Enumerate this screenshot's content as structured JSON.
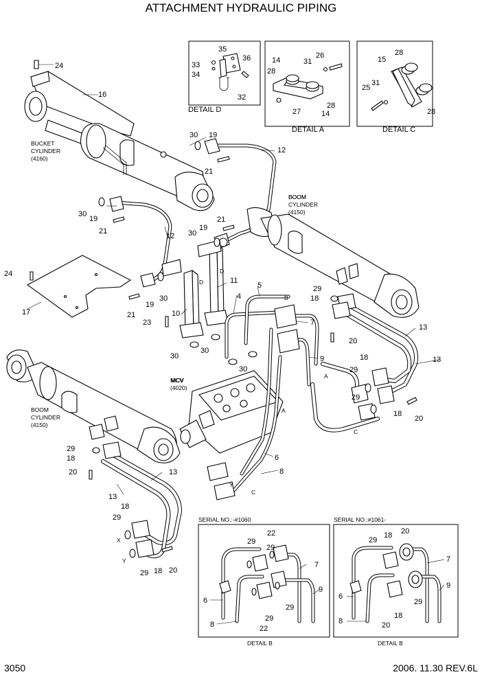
{
  "title": "ATTACHMENT HYDRAULIC PIPING",
  "page_number": "3050",
  "revision": "2006. 11.30  REV.6L",
  "components": {
    "bucket_cylinder": [
      "BUCKET",
      "CYLINDER",
      "(4160)"
    ],
    "boom_cylinder_right": [
      "BOOM",
      "CYLINDER",
      "(4150)"
    ],
    "boom_cylinder_left": [
      "BOOM",
      "CYLINDER",
      "(4150)"
    ],
    "mcv": [
      "MCV",
      "(4020)"
    ]
  },
  "details": {
    "d": "DETAIL D",
    "a": "DETAIL A",
    "c": "DETAIL C",
    "b1": "DETAIL B",
    "b2": "DETAIL B"
  },
  "serial_notes": {
    "before": "SERIAL NO.:-#1060",
    "after": "SERIAL NO.:#1061-"
  },
  "callouts": {
    "main": [
      "24",
      "16",
      "30",
      "19",
      "12",
      "21",
      "30",
      "19",
      "21",
      "12",
      "21",
      "30",
      "19",
      "24",
      "17",
      "19",
      "30",
      "21",
      "10",
      "D",
      "D",
      "11",
      "23",
      "4",
      "5",
      "30",
      "30",
      "30",
      "B",
      "29",
      "18",
      "7",
      "20",
      "9",
      "A",
      "A",
      "C",
      "6",
      "8",
      "Y",
      "C",
      "13",
      "13",
      "18",
      "29",
      "29",
      "18",
      "20",
      "MCV",
      "BOOM",
      "29",
      "18",
      "20",
      "13",
      "13",
      "18",
      "29",
      "X",
      "Y",
      "29",
      "18",
      "20",
      "14",
      "31",
      "26",
      "28",
      "28",
      "27",
      "14",
      "15",
      "28",
      "25",
      "31",
      "28",
      "35",
      "33",
      "34",
      "36",
      "32",
      "22",
      "29",
      "29",
      "7",
      "9",
      "6",
      "29",
      "8",
      "29",
      "22",
      "20",
      "18",
      "29",
      "7",
      "9",
      "6",
      "29",
      "18",
      "8",
      "20"
    ]
  }
}
